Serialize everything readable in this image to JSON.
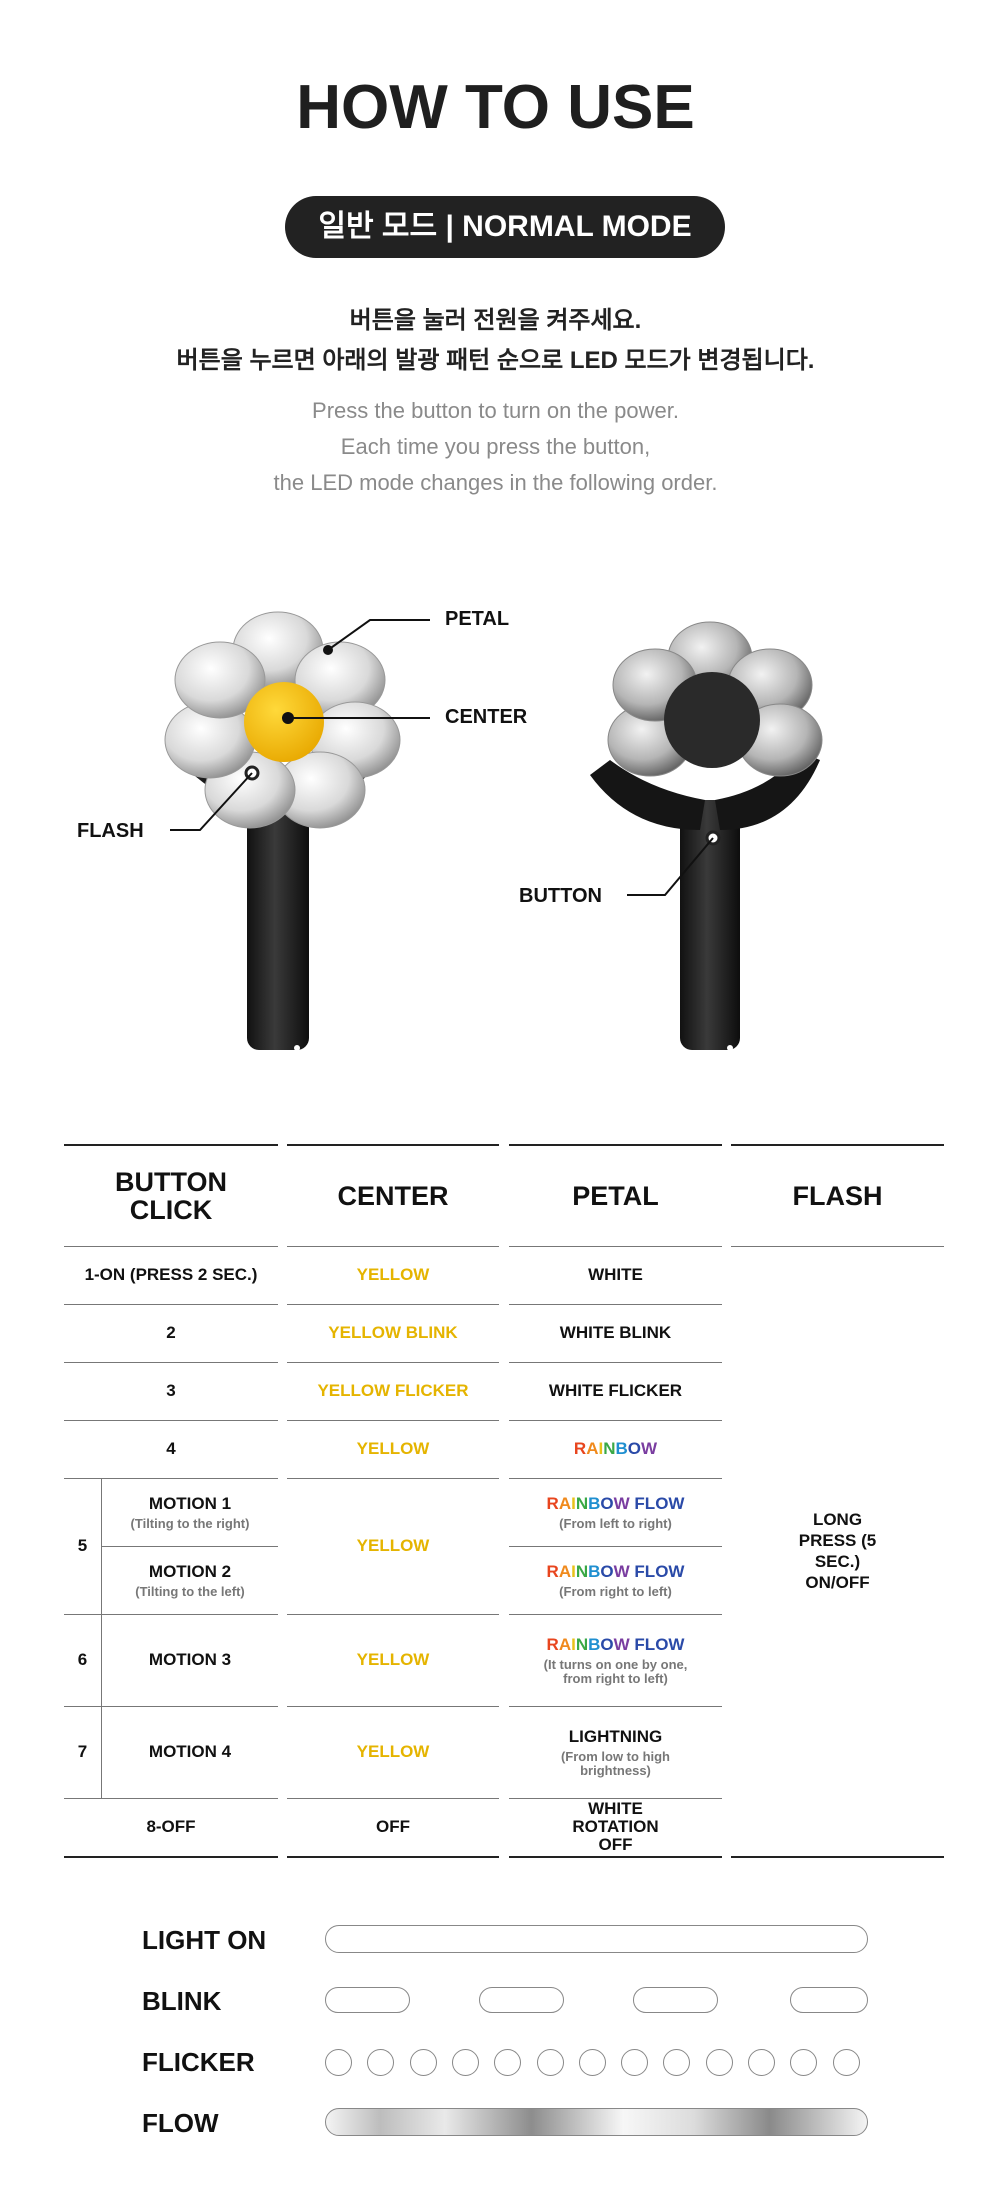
{
  "title": "HOW TO USE",
  "mode_label": "일반 모드 | NORMAL MODE",
  "instructions_ko": [
    "버튼을 눌러 전원을 켜주세요.",
    "버튼을 누르면 아래의 발광 패턴 순으로 LED 모드가 변경됩니다."
  ],
  "instructions_en": [
    "Press the button to turn on the power.",
    "Each time you press the button,",
    "the LED mode changes in the following order."
  ],
  "callouts": {
    "petal": "PETAL",
    "center": "CENTER",
    "flash": "FLASH",
    "button": "BUTTON"
  },
  "table": {
    "headers": {
      "click": "BUTTON CLICK",
      "center": "CENTER",
      "petal": "PETAL",
      "flash": "FLASH"
    },
    "rows": [
      {
        "click": "1-ON (PRESS 2 SEC.)",
        "center": "YELLOW",
        "petal": "WHITE"
      },
      {
        "click": "2",
        "center": "YELLOW BLINK",
        "petal": "WHITE BLINK"
      },
      {
        "click": "3",
        "center": "YELLOW FLICKER",
        "petal": "WHITE FLICKER"
      },
      {
        "click": "4",
        "center": "YELLOW",
        "petal": "RAINBOW"
      },
      {
        "num": "5",
        "motion_a": "MOTION 1",
        "motion_a_sub": "(Tilting to the right)",
        "motion_b": "MOTION 2",
        "motion_b_sub": "(Tilting to the left)",
        "center": "YELLOW",
        "petal_a": "RAINBOW FLOW",
        "petal_a_sub": "(From left to right)",
        "petal_b": "RAINBOW FLOW",
        "petal_b_sub": "(From right to left)"
      },
      {
        "num": "6",
        "motion": "MOTION 3",
        "center": "YELLOW",
        "petal": "RAINBOW FLOW",
        "petal_sub": "(It turns on one by one, from right to left)"
      },
      {
        "num": "7",
        "motion": "MOTION 4",
        "center": "YELLOW",
        "petal": "LIGHTNING",
        "petal_sub": "(From low to high brightness)"
      },
      {
        "click": "8-OFF",
        "center": "OFF",
        "petal": "WHITE ROTATION OFF"
      }
    ],
    "flash_text": "LONG PRESS (5 SEC.) ON/OFF"
  },
  "legend": {
    "light_on": "LIGHT ON",
    "blink": "BLINK",
    "flicker": "FLICKER",
    "flow": "FLOW"
  },
  "colors": {
    "yellow": "#e5b400",
    "pill": "#222222",
    "rainbow": [
      "#e8451e",
      "#f08a1c",
      "#e8c21a",
      "#3aa845",
      "#1f8fd0",
      "#2a4aa8",
      "#7a3da0"
    ]
  }
}
